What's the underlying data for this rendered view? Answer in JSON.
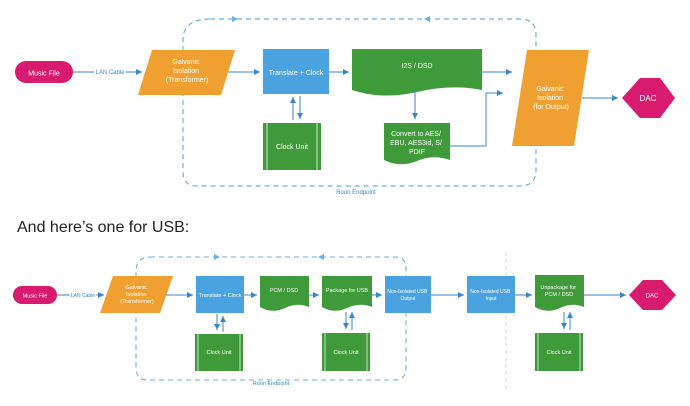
{
  "colors": {
    "magenta": "#d81b6f",
    "orange": "#f0a030",
    "blue": "#4aa3e0",
    "green": "#3f9a3a",
    "line": "#3a86c8",
    "dashed": "#6ab0e0"
  },
  "diagram1": {
    "music_file": "Music File",
    "lan_cable": "LAN Cable",
    "galvanic_in": [
      "Galvanic",
      "Isolation",
      "(Transformer)"
    ],
    "translate_clock": "Translate + Clock",
    "i2s_dsd": "I2S / DSD",
    "clock_unit": "Clock Unit",
    "convert": [
      "Convert to AES/",
      "EBU, AES3id, S/",
      "PDIF"
    ],
    "galvanic_out": [
      "Galvanic",
      "Isolation",
      "(for Output)"
    ],
    "dac": "DAC",
    "roon_endpoint": "Roon Endpoint"
  },
  "heading": "And here’s one for USB:",
  "diagram2": {
    "music_file": "Music File",
    "lan_cable": "LAN Cable",
    "galvanic_in": [
      "Galvanic",
      "Isolation",
      "(Transformer)"
    ],
    "translate_clock": "Translate + Clock",
    "pcm_dsd": "PCM / DSD",
    "package_usb": "Package for USB",
    "non_isolated_out": [
      "Non-Isolated USB",
      "Output"
    ],
    "non_isolated_in": [
      "Non-Isolated USB",
      "Input"
    ],
    "unpackage": [
      "Unpackage for",
      "PCM / DSD"
    ],
    "dac": "DAC",
    "clock_unit_1": "Clock Unit",
    "clock_unit_2": "Clock Unit",
    "clock_unit_3": "Clock Unit",
    "roon_endpoint": "Roon Endpoint"
  }
}
